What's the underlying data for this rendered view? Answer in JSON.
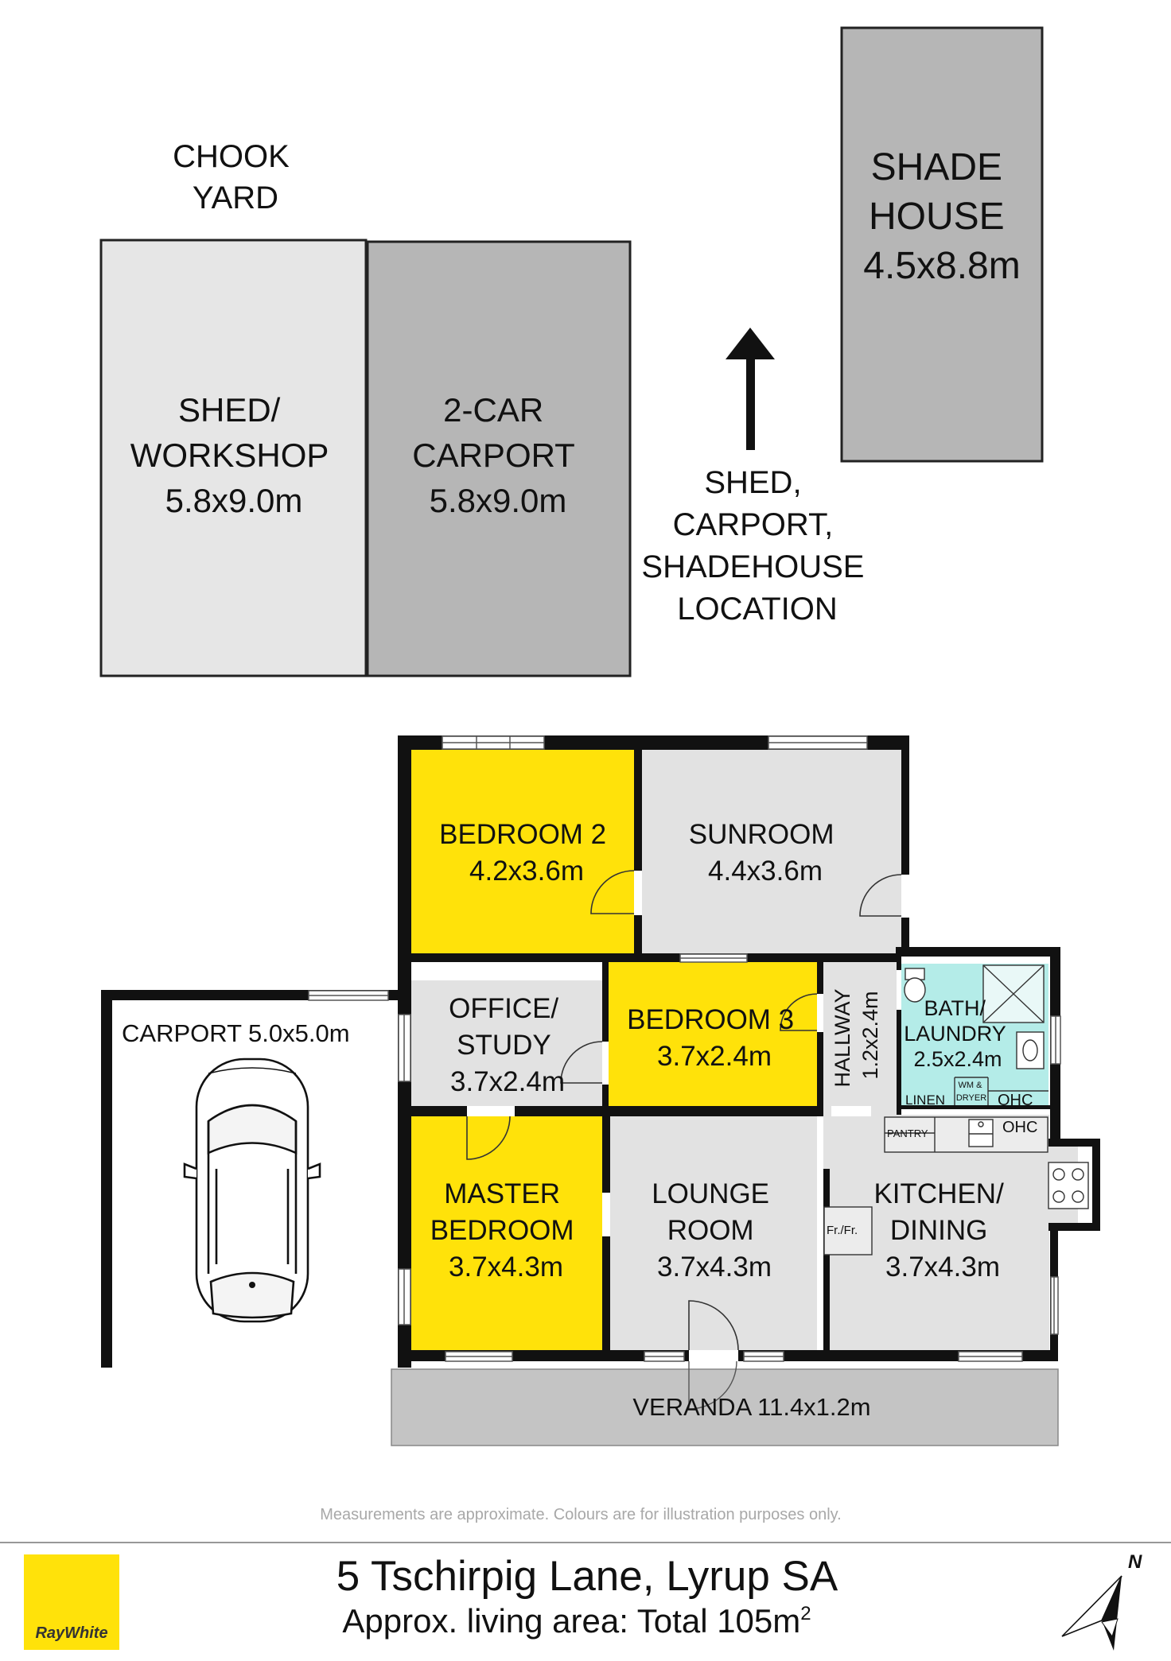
{
  "outbuildings": {
    "chook_yard": [
      "CHOOK",
      "YARD"
    ],
    "shed": [
      "SHED/",
      "WORKSHOP",
      "5.8x9.0m"
    ],
    "carport2": [
      "2-CAR",
      "CARPORT",
      "5.8x9.0m"
    ],
    "shade_house": [
      "SHADE",
      "HOUSE",
      "4.5x8.8m"
    ],
    "location_note": [
      "SHED,",
      "CARPORT,",
      "SHADEHOUSE",
      "LOCATION"
    ]
  },
  "rooms": {
    "bedroom2": [
      "BEDROOM 2",
      "4.2x3.6m"
    ],
    "sunroom": [
      "SUNROOM",
      "4.4x3.6m"
    ],
    "office": [
      "OFFICE/",
      "STUDY",
      "3.7x2.4m"
    ],
    "bedroom3": [
      "BEDROOM 3",
      "3.7x2.4m"
    ],
    "hallway": [
      "HALLWAY",
      "1.2x2.4m"
    ],
    "bath": [
      "BATH/",
      "LAUNDRY",
      "2.5x2.4m"
    ],
    "master": [
      "MASTER",
      "BEDROOM",
      "3.7x4.3m"
    ],
    "lounge": [
      "LOUNGE",
      "ROOM",
      "3.7x4.3m"
    ],
    "kitchen": [
      "KITCHEN/",
      "DINING",
      "3.7x4.3m"
    ],
    "carport": "CARPORT 5.0x5.0m",
    "veranda": "VERANDA 11.4x1.2m"
  },
  "fixtures": {
    "linen": "LINEN",
    "wm_dryer": [
      "WM &",
      "DRYER"
    ],
    "ohc": "OHC",
    "pantry": "PANTRY",
    "fridge": "Fr./Fr."
  },
  "footer": {
    "disclaimer": "Measurements are approximate. Colours are for illustration purposes only.",
    "address": "5 Tschirpig Lane, Lyrup SA",
    "area_prefix": "Approx. living area: Total 105m",
    "area_sup": "2",
    "logo": "RayWhite",
    "north": "N"
  },
  "colors": {
    "yellow": "#ffe20a",
    "grey_light": "#e2e2e2",
    "grey_dark": "#b8b8b8",
    "bath": "#b4ece8",
    "veranda": "#c4c4c4",
    "wall": "#111111"
  }
}
